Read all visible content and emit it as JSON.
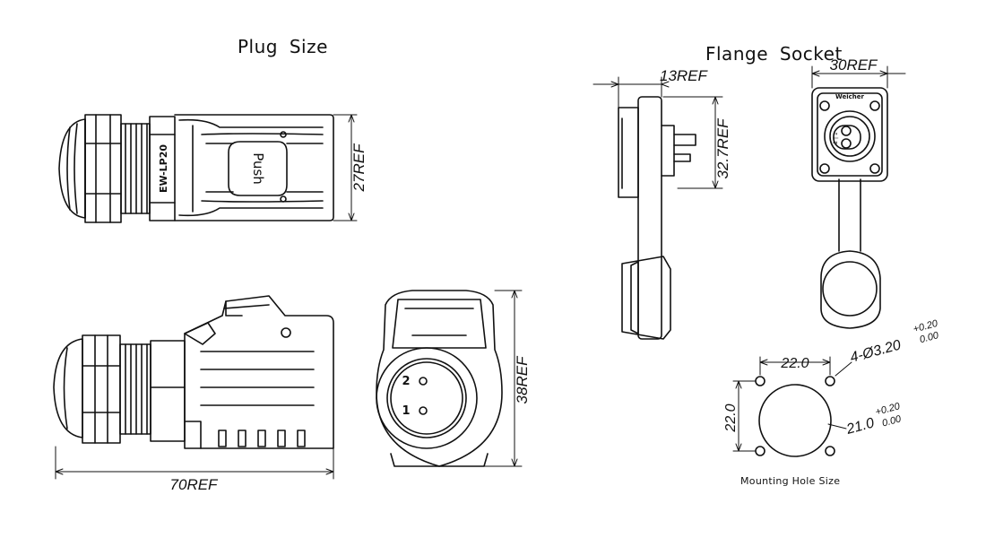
{
  "titles": {
    "plug": "Plug  Size",
    "socket": "Flange  Socket",
    "mounting": "Mounting Hole Size"
  },
  "plug": {
    "model_label": "EW-LP20",
    "push_label": "Push",
    "dim_height_top": "27REF",
    "dim_length": "70REF",
    "dim_height_front": "38REF",
    "pin_2": "2",
    "pin_1": "1"
  },
  "socket": {
    "dim_flange_thickness": "13REF",
    "dim_height": "32.7REF",
    "dim_width": "30REF",
    "brand_label": "Weicher",
    "pin_marks": "2 | 1"
  },
  "mounting": {
    "dim_hole_pitch_x": "22.0",
    "dim_hole_pitch_y": "22.0",
    "dim_small_hole": "4-Ø3.20",
    "dim_small_hole_tol_upper": "+0.20",
    "dim_small_hole_tol_lower": "0.00",
    "dim_center_hole": "21.0",
    "dim_center_hole_tol_upper": "+0.20",
    "dim_center_hole_tol_lower": "0.00"
  }
}
